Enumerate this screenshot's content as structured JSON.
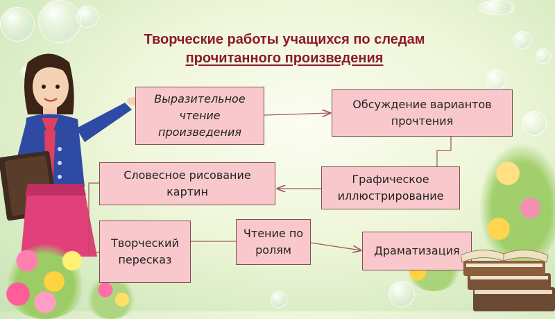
{
  "title": {
    "line1": "Творческие работы учащихся по следам",
    "line2": "прочитанного произведения"
  },
  "nodes": {
    "expressive_reading": "Выразительное чтение произведения",
    "discussion": "Обсуждение вариантов прочтения",
    "verbal_drawing": "Словесное рисование картин",
    "graphic_illustration": "Графическое иллюстрирование",
    "creative_retelling": "Творческий пересказ",
    "role_reading": "Чтение по ролям",
    "dramatization": "Драматизация"
  },
  "colors": {
    "title": "#8b1a2b",
    "box_fill": "#f8c8cc",
    "box_border": "#7a5050",
    "connector": "#a05a5a"
  }
}
